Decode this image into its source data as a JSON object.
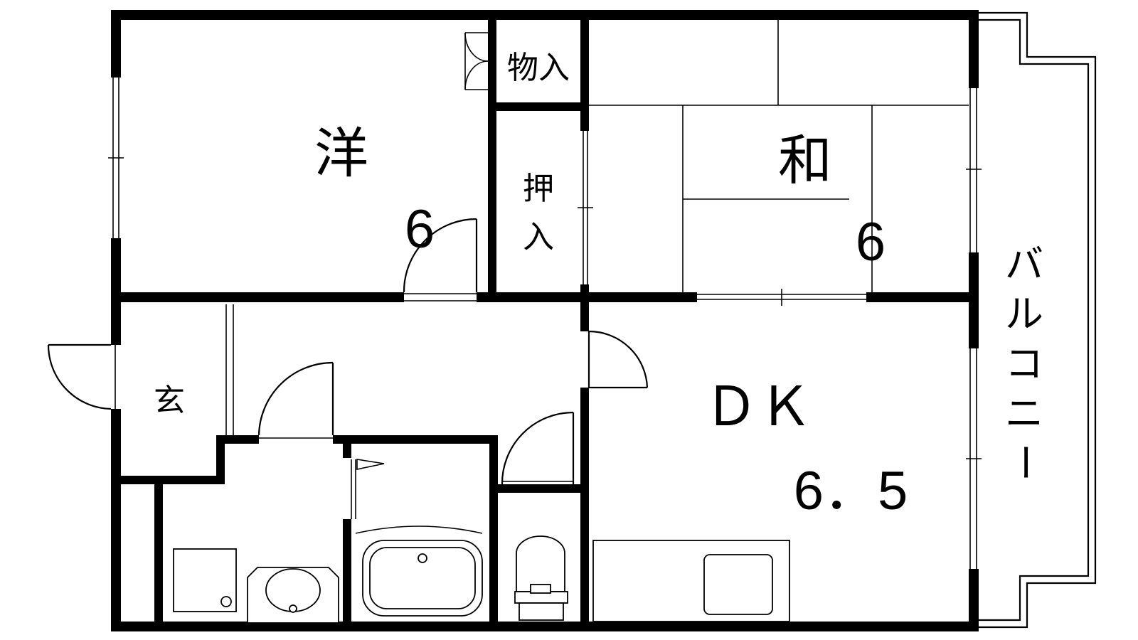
{
  "rooms": {
    "western": {
      "label": "洋",
      "size": "6"
    },
    "storage_small": {
      "label": "物入"
    },
    "closet": {
      "label_top": "押",
      "label_bottom": "入"
    },
    "japanese": {
      "label": "和",
      "size": "6"
    },
    "entrance": {
      "label": "玄"
    },
    "dining_kitchen": {
      "label": "ＤＫ",
      "size": "6．5"
    },
    "balcony": {
      "chars": [
        "バ",
        "ル",
        "コ",
        "ニ",
        "ー"
      ]
    }
  },
  "colors": {
    "wall": "#000000",
    "background": "#ffffff"
  }
}
